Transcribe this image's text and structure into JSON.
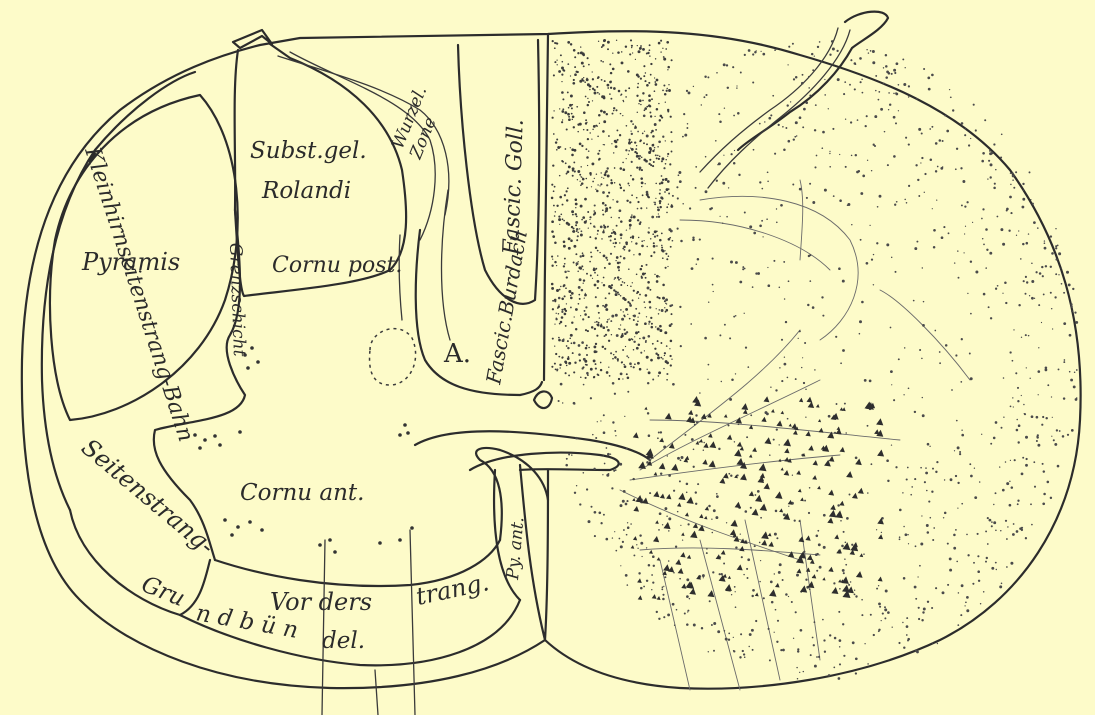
{
  "figure": {
    "background": "#fdfbc9",
    "ink": "#2b2b2b",
    "labels": {
      "kleinhirn": "Kleinhirnseitenstrang-Bahn",
      "subst_gel": "Subst.gel.",
      "rolandi": "Rolandi",
      "wurzel": "Wurzel.",
      "zone": "Zone",
      "fascic_goll": "Fascic. Goll.",
      "pyramis": "Pyramis",
      "grenzschicht": "Grenzschicht",
      "cornu_post": "Cornu post.",
      "fascic_burdach": "Fascic.Burdach",
      "a_mark": "A.",
      "seitenstrang": "Seitenstrang-",
      "cornu_ant": "Cornu ant.",
      "py_ant": "Py. ant.",
      "vorders": "Vor ders",
      "trang": "trang.",
      "gru": "Gru",
      "nd_bun": "n d b ü n",
      "del": "del."
    }
  }
}
